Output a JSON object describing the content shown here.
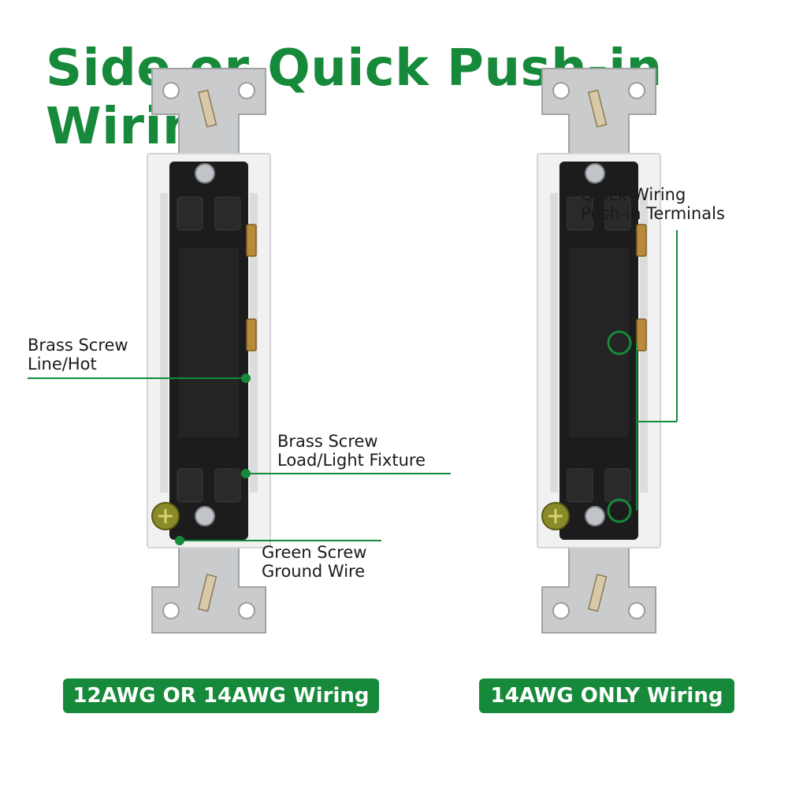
{
  "title": "Side or Quick Push-in Wiring",
  "left_switch": {
    "labels": {
      "brass_line": [
        "Brass Screw",
        "Line/Hot"
      ],
      "brass_load": [
        "Brass Screw",
        "Load/Light Fixture"
      ],
      "green_ground": [
        "Green Screw",
        "Ground Wire"
      ]
    },
    "badge": "12AWG OR 14AWG Wiring"
  },
  "right_switch": {
    "labels": {
      "push_in": [
        "Quick Wiring",
        "Push-in Terminals"
      ]
    },
    "badge": "14AWG ONLY Wiring"
  },
  "colors": {
    "accent": "#168a3a",
    "body": "#1c1c1c",
    "plate": "#c9cbcd",
    "backing": "#f1f1f1",
    "brass": "#b88a3a",
    "ground_screw": "#8a8a2a"
  }
}
